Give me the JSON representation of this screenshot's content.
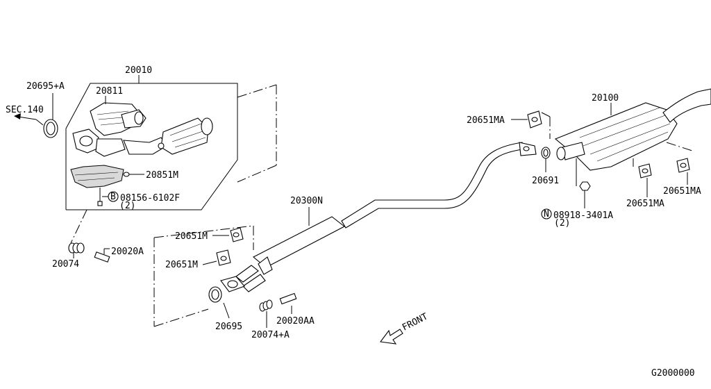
{
  "labels": {
    "p20010": "20010",
    "p20695A": "20695+A",
    "p20811": "20811",
    "sec140": "SEC.140",
    "p20851M": "20851M",
    "bolt_code": "08156-6102F",
    "bolt_letter": "B",
    "bolt_qty": "(2)",
    "p20074": "20074",
    "p20020A": "20020A",
    "p20300N": "20300N",
    "p20651M_1": "20651M",
    "p20651M_2": "20651M",
    "p20695": "20695",
    "p20074A": "20074+A",
    "p20020AA": "20020AA",
    "front": "FRONT",
    "p20651MA_1": "20651MA",
    "p20100": "20100",
    "p20691": "20691",
    "nut_code": "08918-3401A",
    "nut_letter": "N",
    "nut_qty": "(2)",
    "p20651MA_2": "20651MA",
    "p20651MA_3": "20651MA",
    "diagram_code": "G2000000"
  }
}
